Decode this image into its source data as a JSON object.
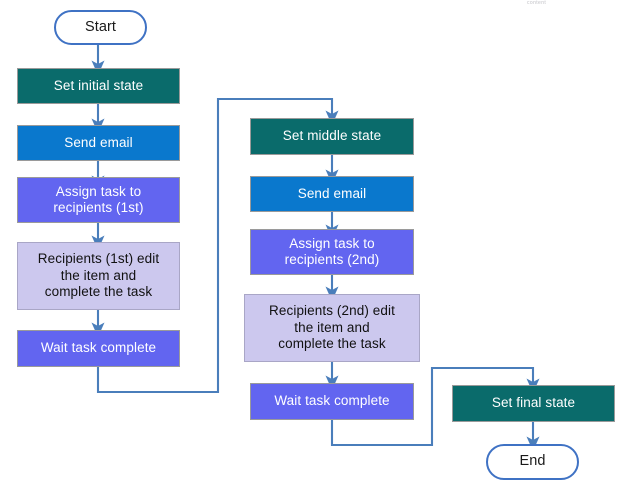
{
  "diagram": {
    "title_fragment": "content",
    "colors": {
      "teal": "#0a6b6b",
      "blue": "#0a78cd",
      "purple": "#6265f0",
      "lavender": "#ccc8ee",
      "connector": "#4a7ebb",
      "terminator_border": "#3f72c4",
      "box_border": "#9a9a9a",
      "background": "#ffffff"
    },
    "nodes": {
      "start": "Start",
      "set_initial_state": "Set initial state",
      "send_email_1": "Send email",
      "assign_task_1_line1": "Assign task to",
      "assign_task_1_line2": "recipients (1st)",
      "recipients_1_line1": "Recipients (1st) edit",
      "recipients_1_line2": "the item and",
      "recipients_1_line3": "complete the task",
      "wait_task_complete_1": "Wait task complete",
      "set_middle_state": "Set middle state",
      "send_email_2": "Send email",
      "assign_task_2_line1": "Assign task to",
      "assign_task_2_line2": "recipients (2nd)",
      "recipients_2_line1": "Recipients (2nd) edit",
      "recipients_2_line2": "the item and",
      "recipients_2_line3": "complete the task",
      "wait_task_complete_2": "Wait task complete",
      "set_final_state": "Set final state",
      "end": "End"
    }
  }
}
